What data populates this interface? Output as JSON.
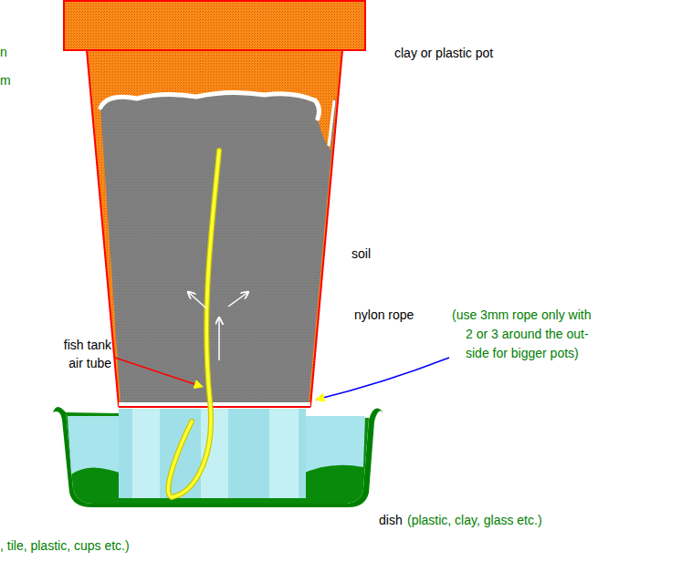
{
  "diagram": {
    "labels": [
      "n",
      "clay or plastic pot",
      "m",
      "soil",
      "nylon rope",
      "(use 3mm rope only with 2 or 3 around the out- side for bigger pots)",
      "fish tank air tube",
      "dish",
      "(plastic, clay, glass etc.)",
      ", tile, plastic, cups etc.)"
    ]
  }
}
